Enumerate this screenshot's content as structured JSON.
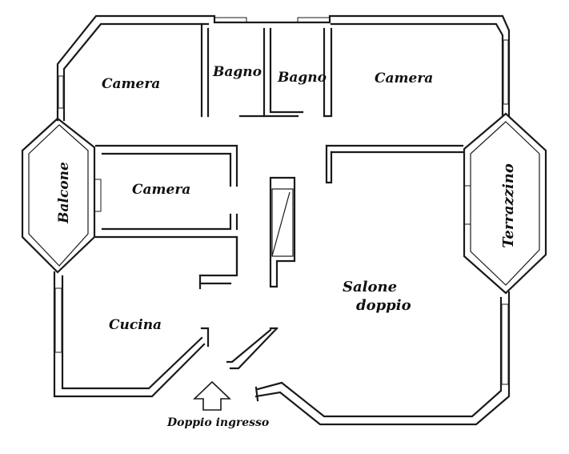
{
  "rooms": {
    "camera_top_left": "Camera",
    "bagno_left": "Bagno",
    "bagno_right": "Bagno",
    "camera_top_right": "Camera",
    "camera_middle": "Camera",
    "balcone": "Balcone",
    "terrazzino": "Terrazzino",
    "salone_line1": "Salone",
    "salone_line2": "doppio",
    "cucina": "Cucina"
  },
  "entrance": {
    "label": "Doppio ingresso",
    "icon": "up-arrow-icon"
  }
}
